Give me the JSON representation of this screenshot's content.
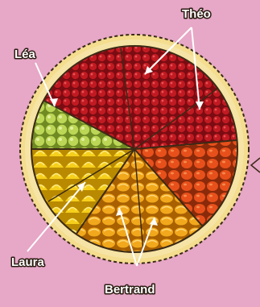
{
  "labels": {
    "theo": "Théo",
    "lea": "Léa",
    "laura": "Laura",
    "bertrand": "Bertrand"
  },
  "colors": {
    "background": "#e7a7c7",
    "crust": "#f4dd8e",
    "outline": "#3b2a16",
    "red_fruit": "#b7141f",
    "red_fruit_light": "#d92a2a",
    "orange_fruit": "#e8501b",
    "yellow_fruit": "#f4c316",
    "apricot_fruit": "#f0a21a",
    "green_fruit": "#b9d44f",
    "arrow": "#ffffff"
  }
}
